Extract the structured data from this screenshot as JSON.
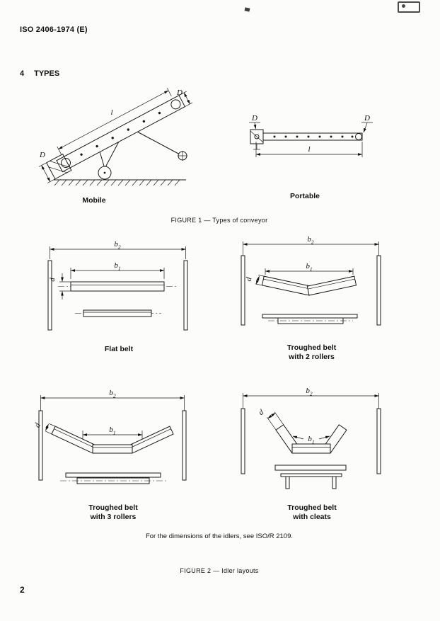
{
  "header": {
    "doc_ref": "ISO 2406-1974 (E)"
  },
  "section": {
    "number": "4",
    "title": "TYPES"
  },
  "figure1": {
    "caption": "FIGURE 1 — Types of conveyor",
    "mobile_label": "Mobile",
    "portable_label": "Portable"
  },
  "figure2": {
    "caption": "FIGURE 2 — Idler layouts",
    "note": "For the dimensions of the idlers, see ISO/R 2109.",
    "diagrams": [
      {
        "title": "Flat belt",
        "subtitle": ""
      },
      {
        "title": "Troughed belt",
        "subtitle": "with 2 rollers"
      },
      {
        "title": "Troughed belt",
        "subtitle": "with 3 rollers"
      },
      {
        "title": "Troughed belt",
        "subtitle": "with cleats"
      }
    ]
  },
  "dims": {
    "D": "D",
    "l": "l",
    "b": "b",
    "d": "d",
    "sub1": "1",
    "sub2": "2"
  },
  "page_number": "2"
}
